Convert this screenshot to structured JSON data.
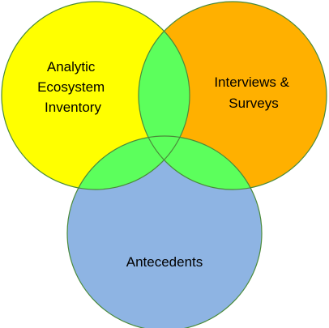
{
  "diagram": {
    "sets": [
      {
        "key": "left",
        "label_lines": [
          "Analytic",
          "Ecosystem",
          "Inventory"
        ],
        "color": "#ffff00"
      },
      {
        "key": "right",
        "label_lines": [
          "Interviews &",
          "Surveys"
        ],
        "color": "#ffb000"
      },
      {
        "key": "bottom",
        "label_lines": [
          "Antecedents"
        ],
        "color": "#8eb4e3"
      }
    ],
    "overlap_color": "#5cff5c",
    "outline_color": "#4a8a3a"
  }
}
